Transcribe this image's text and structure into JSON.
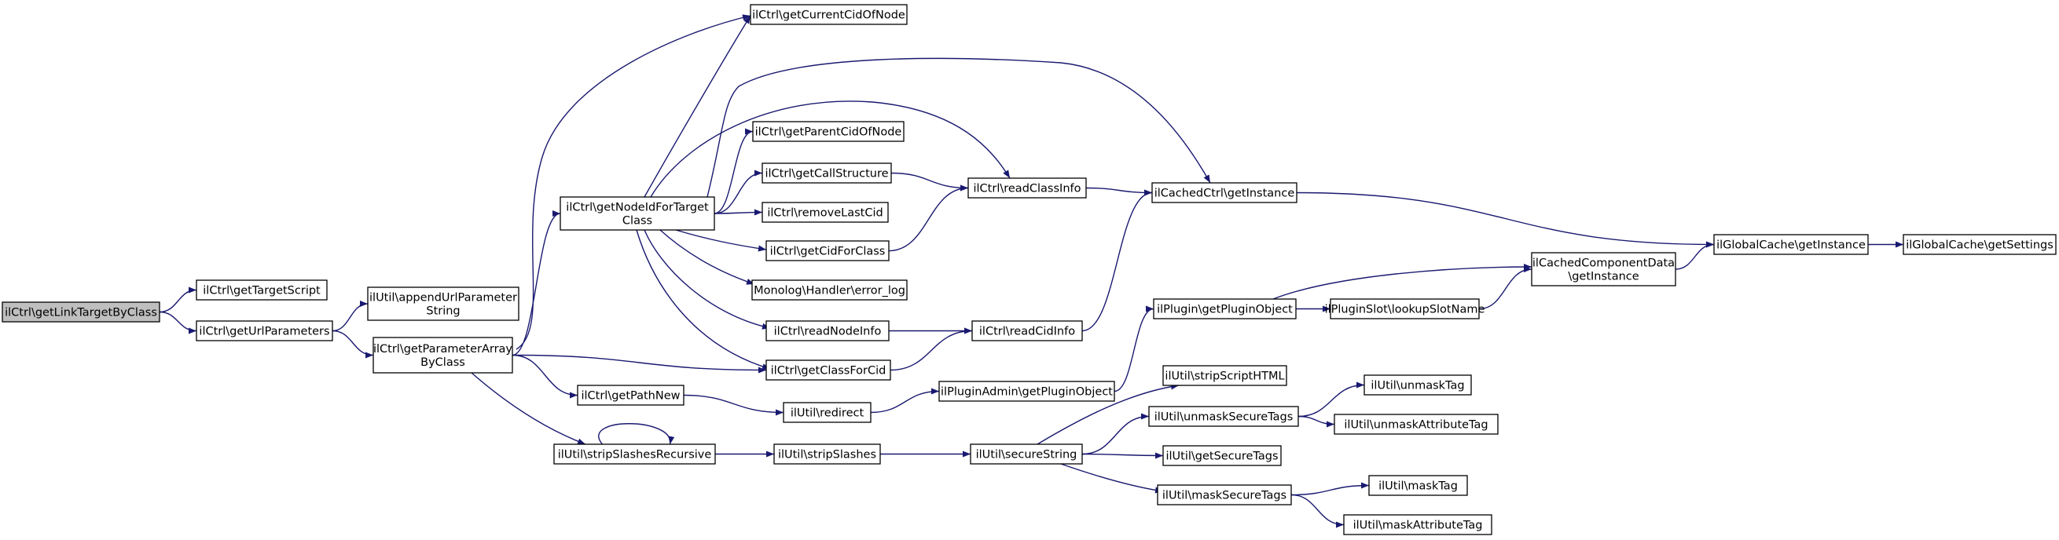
{
  "colors": {
    "edge": "#191970",
    "root_fill": "#bfbfbf",
    "node_fill": "#ffffff",
    "node_border": "#000000"
  },
  "nodes": [
    {
      "id": "getLinkTargetByClass",
      "lines": [
        "ilCtrl\\getLinkTargetByClass"
      ],
      "root": true
    },
    {
      "id": "getTargetScript",
      "lines": [
        "ilCtrl\\getTargetScript"
      ]
    },
    {
      "id": "getUrlParameters",
      "lines": [
        "ilCtrl\\getUrlParameters"
      ]
    },
    {
      "id": "appendUrlParameterString",
      "lines": [
        "ilUtil\\appendUrlParameter",
        "String"
      ]
    },
    {
      "id": "getParameterArrayByClass",
      "lines": [
        "ilCtrl\\getParameterArray",
        "ByClass"
      ]
    },
    {
      "id": "getCurrentCidOfNode",
      "lines": [
        "ilCtrl\\getCurrentCidOfNode"
      ]
    },
    {
      "id": "getNodeIdForTargetClass",
      "lines": [
        "ilCtrl\\getNodeIdForTarget",
        "Class"
      ]
    },
    {
      "id": "getParentCidOfNode",
      "lines": [
        "ilCtrl\\getParentCidOfNode"
      ]
    },
    {
      "id": "getCallStructure",
      "lines": [
        "ilCtrl\\getCallStructure"
      ]
    },
    {
      "id": "removeLastCid",
      "lines": [
        "ilCtrl\\removeLastCid"
      ]
    },
    {
      "id": "getCidForClass",
      "lines": [
        "ilCtrl\\getCidForClass"
      ]
    },
    {
      "id": "error_log",
      "lines": [
        "Monolog\\Handler\\error_log"
      ]
    },
    {
      "id": "readNodeInfo",
      "lines": [
        "ilCtrl\\readNodeInfo"
      ]
    },
    {
      "id": "getClassForCid",
      "lines": [
        "ilCtrl\\getClassForCid"
      ]
    },
    {
      "id": "getPathNew",
      "lines": [
        "ilCtrl\\getPathNew"
      ]
    },
    {
      "id": "stripSlashesRecursive",
      "lines": [
        "ilUtil\\stripSlashesRecursive"
      ]
    },
    {
      "id": "readClassInfo",
      "lines": [
        "ilCtrl\\readClassInfo"
      ]
    },
    {
      "id": "readCidInfo",
      "lines": [
        "ilCtrl\\readCidInfo"
      ]
    },
    {
      "id": "redirect",
      "lines": [
        "ilUtil\\redirect"
      ]
    },
    {
      "id": "stripSlashes",
      "lines": [
        "ilUtil\\stripSlashes"
      ]
    },
    {
      "id": "getPluginObjectAdmin",
      "lines": [
        "ilPluginAdmin\\getPluginObject"
      ]
    },
    {
      "id": "secureString",
      "lines": [
        "ilUtil\\secureString"
      ]
    },
    {
      "id": "cachedCtrlGetInstance",
      "lines": [
        "ilCachedCtrl\\getInstance"
      ]
    },
    {
      "id": "pluginGetPluginObject",
      "lines": [
        "ilPlugin\\getPluginObject"
      ]
    },
    {
      "id": "stripScriptHTML",
      "lines": [
        "ilUtil\\stripScriptHTML"
      ]
    },
    {
      "id": "unmaskSecureTags",
      "lines": [
        "ilUtil\\unmaskSecureTags"
      ]
    },
    {
      "id": "getSecureTags",
      "lines": [
        "ilUtil\\getSecureTags"
      ]
    },
    {
      "id": "maskSecureTags",
      "lines": [
        "ilUtil\\maskSecureTags"
      ]
    },
    {
      "id": "lookupSlotName",
      "lines": [
        "ilPluginSlot\\lookupSlotName"
      ]
    },
    {
      "id": "cachedComponentDataGetInstance",
      "lines": [
        "ilCachedComponentData",
        "\\getInstance"
      ]
    },
    {
      "id": "unmaskTag",
      "lines": [
        "ilUtil\\unmaskTag"
      ]
    },
    {
      "id": "unmaskAttributeTag",
      "lines": [
        "ilUtil\\unmaskAttributeTag"
      ]
    },
    {
      "id": "maskTag",
      "lines": [
        "ilUtil\\maskTag"
      ]
    },
    {
      "id": "maskAttributeTag",
      "lines": [
        "ilUtil\\maskAttributeTag"
      ]
    },
    {
      "id": "globalCacheGetInstance",
      "lines": [
        "ilGlobalCache\\getInstance"
      ]
    },
    {
      "id": "globalCacheGetSettings",
      "lines": [
        "ilGlobalCache\\getSettings"
      ]
    }
  ],
  "edges": [
    [
      "getLinkTargetByClass",
      "getTargetScript"
    ],
    [
      "getLinkTargetByClass",
      "getUrlParameters"
    ],
    [
      "getUrlParameters",
      "appendUrlParameterString"
    ],
    [
      "getUrlParameters",
      "getParameterArrayByClass"
    ],
    [
      "getParameterArrayByClass",
      "getCurrentCidOfNode"
    ],
    [
      "getParameterArrayByClass",
      "getNodeIdForTargetClass"
    ],
    [
      "getParameterArrayByClass",
      "getClassForCid"
    ],
    [
      "getParameterArrayByClass",
      "getPathNew"
    ],
    [
      "getParameterArrayByClass",
      "stripSlashesRecursive"
    ],
    [
      "getNodeIdForTargetClass",
      "getCurrentCidOfNode"
    ],
    [
      "getNodeIdForTargetClass",
      "getParentCidOfNode"
    ],
    [
      "getNodeIdForTargetClass",
      "getCallStructure"
    ],
    [
      "getNodeIdForTargetClass",
      "removeLastCid"
    ],
    [
      "getNodeIdForTargetClass",
      "getCidForClass"
    ],
    [
      "getNodeIdForTargetClass",
      "error_log"
    ],
    [
      "getNodeIdForTargetClass",
      "readNodeInfo"
    ],
    [
      "getNodeIdForTargetClass",
      "getClassForCid"
    ],
    [
      "getNodeIdForTargetClass",
      "readClassInfo"
    ],
    [
      "getNodeIdForTargetClass",
      "cachedCtrlGetInstance"
    ],
    [
      "getCallStructure",
      "readClassInfo"
    ],
    [
      "getCidForClass",
      "readClassInfo"
    ],
    [
      "readNodeInfo",
      "readCidInfo"
    ],
    [
      "getClassForCid",
      "readCidInfo"
    ],
    [
      "readClassInfo",
      "cachedCtrlGetInstance"
    ],
    [
      "readCidInfo",
      "cachedCtrlGetInstance"
    ],
    [
      "cachedCtrlGetInstance",
      "globalCacheGetInstance"
    ],
    [
      "getPathNew",
      "redirect"
    ],
    [
      "redirect",
      "getPluginObjectAdmin"
    ],
    [
      "getPluginObjectAdmin",
      "pluginGetPluginObject"
    ],
    [
      "pluginGetPluginObject",
      "cachedComponentDataGetInstance"
    ],
    [
      "pluginGetPluginObject",
      "lookupSlotName"
    ],
    [
      "lookupSlotName",
      "cachedComponentDataGetInstance"
    ],
    [
      "cachedComponentDataGetInstance",
      "globalCacheGetInstance"
    ],
    [
      "globalCacheGetInstance",
      "globalCacheGetSettings"
    ],
    [
      "stripSlashesRecursive",
      "stripSlashesRecursive"
    ],
    [
      "stripSlashesRecursive",
      "stripSlashes"
    ],
    [
      "stripSlashes",
      "secureString"
    ],
    [
      "secureString",
      "stripScriptHTML"
    ],
    [
      "secureString",
      "unmaskSecureTags"
    ],
    [
      "secureString",
      "getSecureTags"
    ],
    [
      "secureString",
      "maskSecureTags"
    ],
    [
      "unmaskSecureTags",
      "unmaskTag"
    ],
    [
      "unmaskSecureTags",
      "unmaskAttributeTag"
    ],
    [
      "maskSecureTags",
      "maskTag"
    ],
    [
      "maskSecureTags",
      "maskAttributeTag"
    ]
  ]
}
